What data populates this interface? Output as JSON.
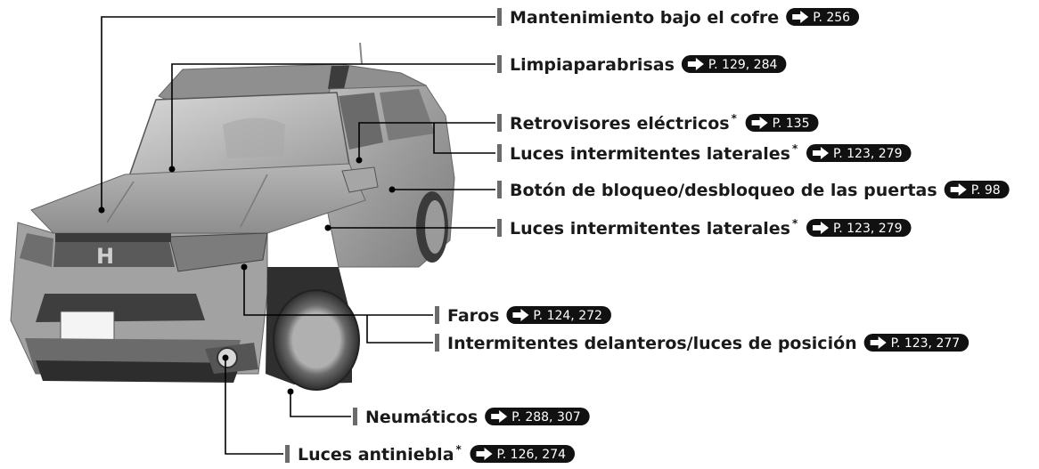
{
  "callouts": [
    {
      "text": "Mantenimiento bajo el cofre",
      "star": false,
      "ref": "P. 256"
    },
    {
      "text": "Limpiaparabrisas",
      "star": false,
      "ref": "P. 129, 284"
    },
    {
      "text": "Retrovisores eléctricos",
      "star": true,
      "ref": "P. 135"
    },
    {
      "text": "Luces intermitentes laterales",
      "star": true,
      "ref": "P. 123, 279"
    },
    {
      "text": "Botón de bloqueo/desbloqueo de las puertas",
      "star": false,
      "ref": "P. 98"
    },
    {
      "text": "Luces intermitentes laterales",
      "star": true,
      "ref": "P. 123, 279"
    },
    {
      "text": "Faros",
      "star": false,
      "ref": "P. 124, 272"
    },
    {
      "text": "Intermitentes delanteros/luces de posición",
      "star": false,
      "ref": "P. 123, 277"
    },
    {
      "text": "Neumáticos",
      "star": false,
      "ref": "P. 288, 307"
    },
    {
      "text": "Luces antiniebla",
      "star": true,
      "ref": "P. 126, 274"
    }
  ],
  "colors": {
    "text": "#1a1a1a",
    "leader": "#000000",
    "tag_bg": "#111111",
    "tag_text": "#ffffff",
    "car_body": "#9a9a9a",
    "car_dark": "#4a4a4a"
  }
}
